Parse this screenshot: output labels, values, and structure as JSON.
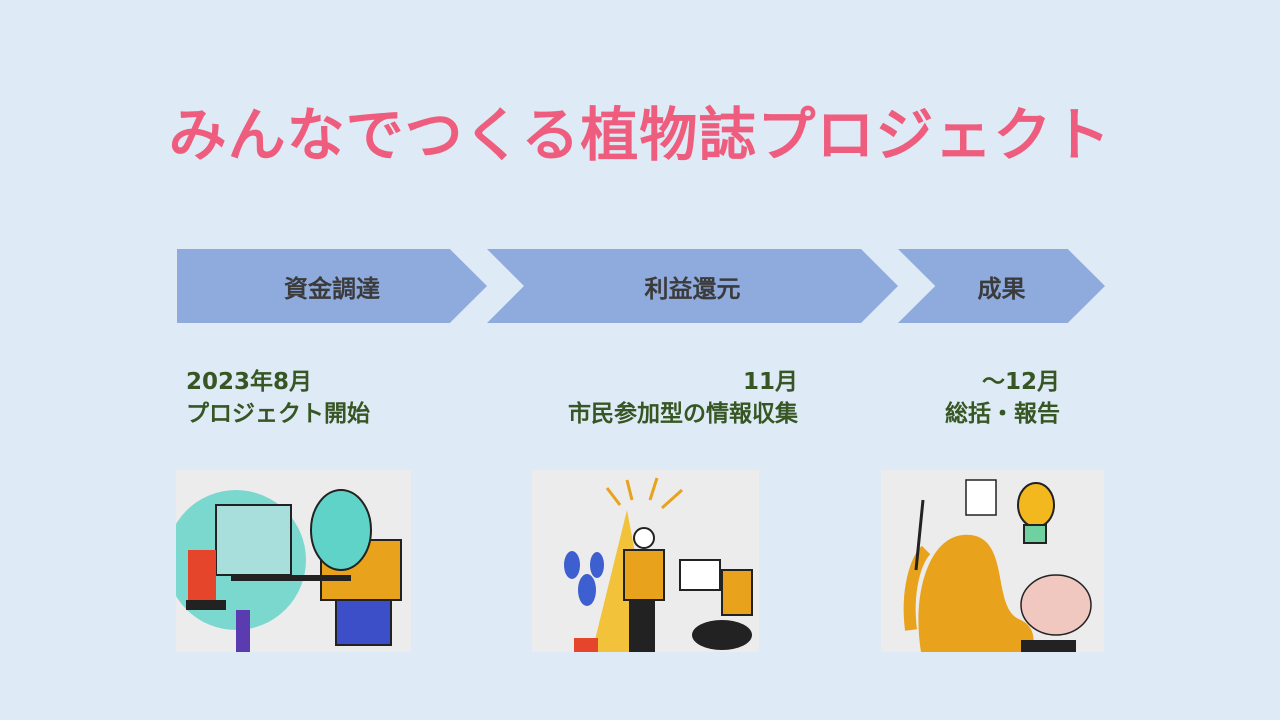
{
  "title": "みんなでつくる植物誌プロジェクト",
  "steps": [
    {
      "label": "資金調達",
      "date": "2023年8月",
      "desc": "プロジェクト開始"
    },
    {
      "label": "利益還元",
      "date": "11月",
      "desc": "市民参加型の情報収集"
    },
    {
      "label": "成果",
      "date": "〜12月",
      "desc": "総括・報告"
    }
  ],
  "colors": {
    "title": "#ef5d7e",
    "chevron": "#8faadc",
    "label_text": "#375623",
    "background": "#deebf6"
  }
}
